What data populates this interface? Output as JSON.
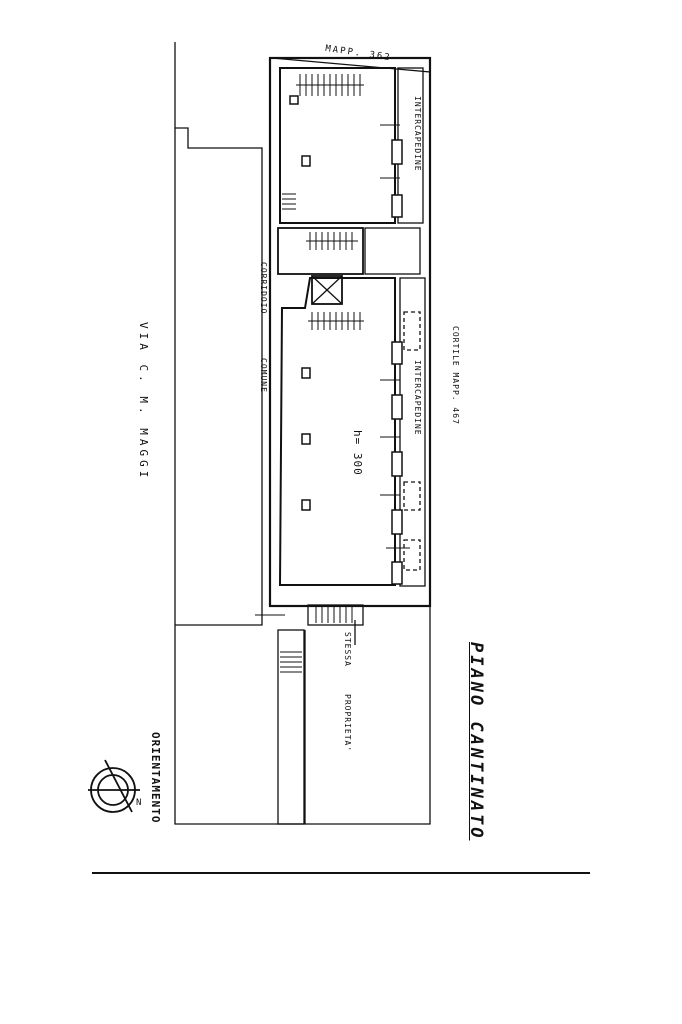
{
  "labels": {
    "mapp_top": "MAPP. 362",
    "intercapedine_upper": "INTERCAPEDINE",
    "intercapedine_lower": "INTERCAPEDINE",
    "corridoio": "CORRIDOIO",
    "comune": "COMUNE",
    "cortile": "CORTILE MAPP. 467",
    "street": "VIA C. M. MAGGI",
    "height": "h= 300",
    "stessa": "STESSA",
    "proprieta": "PROPRIETA'",
    "title": "PIANO CANTINATO",
    "orientamento": "ORIENTAMENTO",
    "north": "N"
  }
}
